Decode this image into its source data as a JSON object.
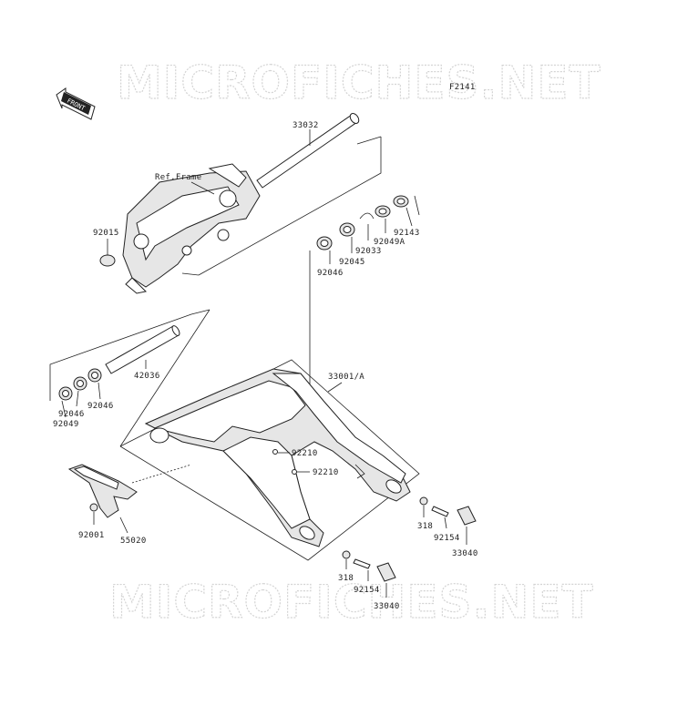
{
  "watermark": "MICROFICHES.NET",
  "figure_code": "F2141",
  "front_tag": "FRONT",
  "ref_frame": "Ref.Frame",
  "labels": {
    "p33032": "33032",
    "p92015": "92015",
    "p92143": "92143",
    "p92049A": "92049A",
    "p92033": "92033",
    "p92045": "92045",
    "p92046a": "92046",
    "p42036": "42036",
    "p92049": "92049",
    "p92046b": "92046",
    "p92046c": "92046",
    "p33001A": "33001/A",
    "p92210a": "92210",
    "p92210b": "92210",
    "p92001": "92001",
    "p55020": "55020",
    "p318a": "318",
    "p92154a": "92154",
    "p33040a": "33040",
    "p318b": "318",
    "p92154b": "92154",
    "p33040b": "33040"
  }
}
